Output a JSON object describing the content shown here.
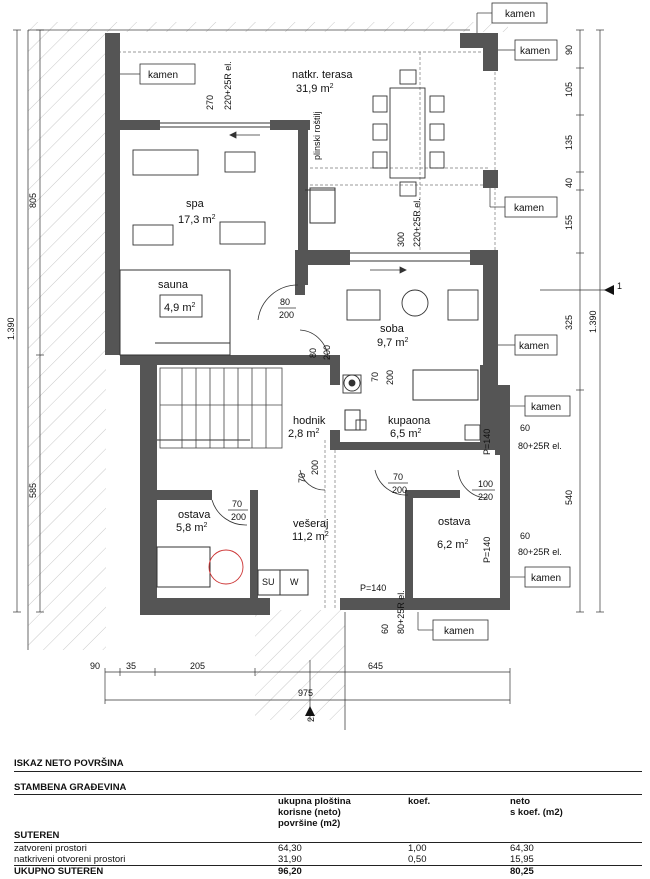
{
  "plan": {
    "rooms": [
      {
        "key": "terasa",
        "name": "natkr. terasa",
        "area": "31,9 m"
      },
      {
        "key": "spa",
        "name": "spa",
        "area": "17,3 m"
      },
      {
        "key": "sauna",
        "name": "sauna",
        "area": "4,9 m"
      },
      {
        "key": "soba",
        "name": "soba",
        "area": "9,7 m"
      },
      {
        "key": "hodnik",
        "name": "hodnik",
        "area": "2,8 m"
      },
      {
        "key": "kupaona",
        "name": "kupaona",
        "area": "6,5 m"
      },
      {
        "key": "ostava1",
        "name": "ostava",
        "area": "5,8 m"
      },
      {
        "key": "veseraj",
        "name": "vešeraj",
        "area": "11,2 m"
      },
      {
        "key": "ostava2",
        "name": "ostava",
        "area": "6,2 m"
      }
    ],
    "superscript": "2",
    "kamen_label": "kamen",
    "plinski": "plinski roštilj",
    "labels": {
      "window_270": "270",
      "window_270_el": "220+25R el.",
      "window_300": "300",
      "window_300_el": "220+25R el.",
      "door_80_200_a": "80",
      "door_80_200_a2": "200",
      "door_80_200_b": "80",
      "door_80_200_b2": "200",
      "door_70_200_a": "70",
      "door_70_200_a2": "200",
      "door_70_200_b": "70",
      "door_70_200_b2": "200",
      "door_70_200_c": "70",
      "door_70_200_c2": "200",
      "door_70_200_d": "70",
      "door_70_200_d2": "200",
      "door_100_220_a": "100",
      "door_100_220_b": "220",
      "win_60_a": "60",
      "win_60_a_el": "80+25R el.",
      "win_60_b": "60",
      "win_60_b_el": "80+25R el.",
      "win_60_c": "60",
      "win_60_c_el": "80+25R el.",
      "p140_a": "P=140",
      "p140_b": "P=140",
      "p140_c": "P=140",
      "su": "SU",
      "w": "W"
    },
    "dims_right": [
      "90",
      "105",
      "135",
      "40",
      "155",
      "325",
      "540"
    ],
    "dim_right_total": "1.390",
    "dims_left": [
      "805",
      "585"
    ],
    "dim_left_total": "1.390",
    "dims_bottom": [
      "90",
      "35",
      "205",
      "645"
    ],
    "dim_bottom_total": "975",
    "section_1": "1",
    "section_2": "2"
  },
  "table": {
    "title": "ISKAZ NETO POVRŠINA",
    "subtitle": "STAMBENA GRAĐEVINA",
    "head": {
      "col1": [
        "ukupna ploština",
        "korisne (neto)",
        "površine (m2)"
      ],
      "col2": [
        "koef."
      ],
      "col3": [
        "neto",
        "s koef. (m2)"
      ]
    },
    "section": "SUTEREN",
    "rows": [
      {
        "label": "zatvoreni prostori",
        "area": "64,30",
        "koef": "1,00",
        "neto": "64,30"
      },
      {
        "label": "natkriveni otvoreni prostori",
        "area": "31,90",
        "koef": "0,50",
        "neto": "15,95"
      }
    ],
    "total": {
      "label": "UKUPNO SUTEREN",
      "area": "96,20",
      "neto": "80,25"
    }
  }
}
